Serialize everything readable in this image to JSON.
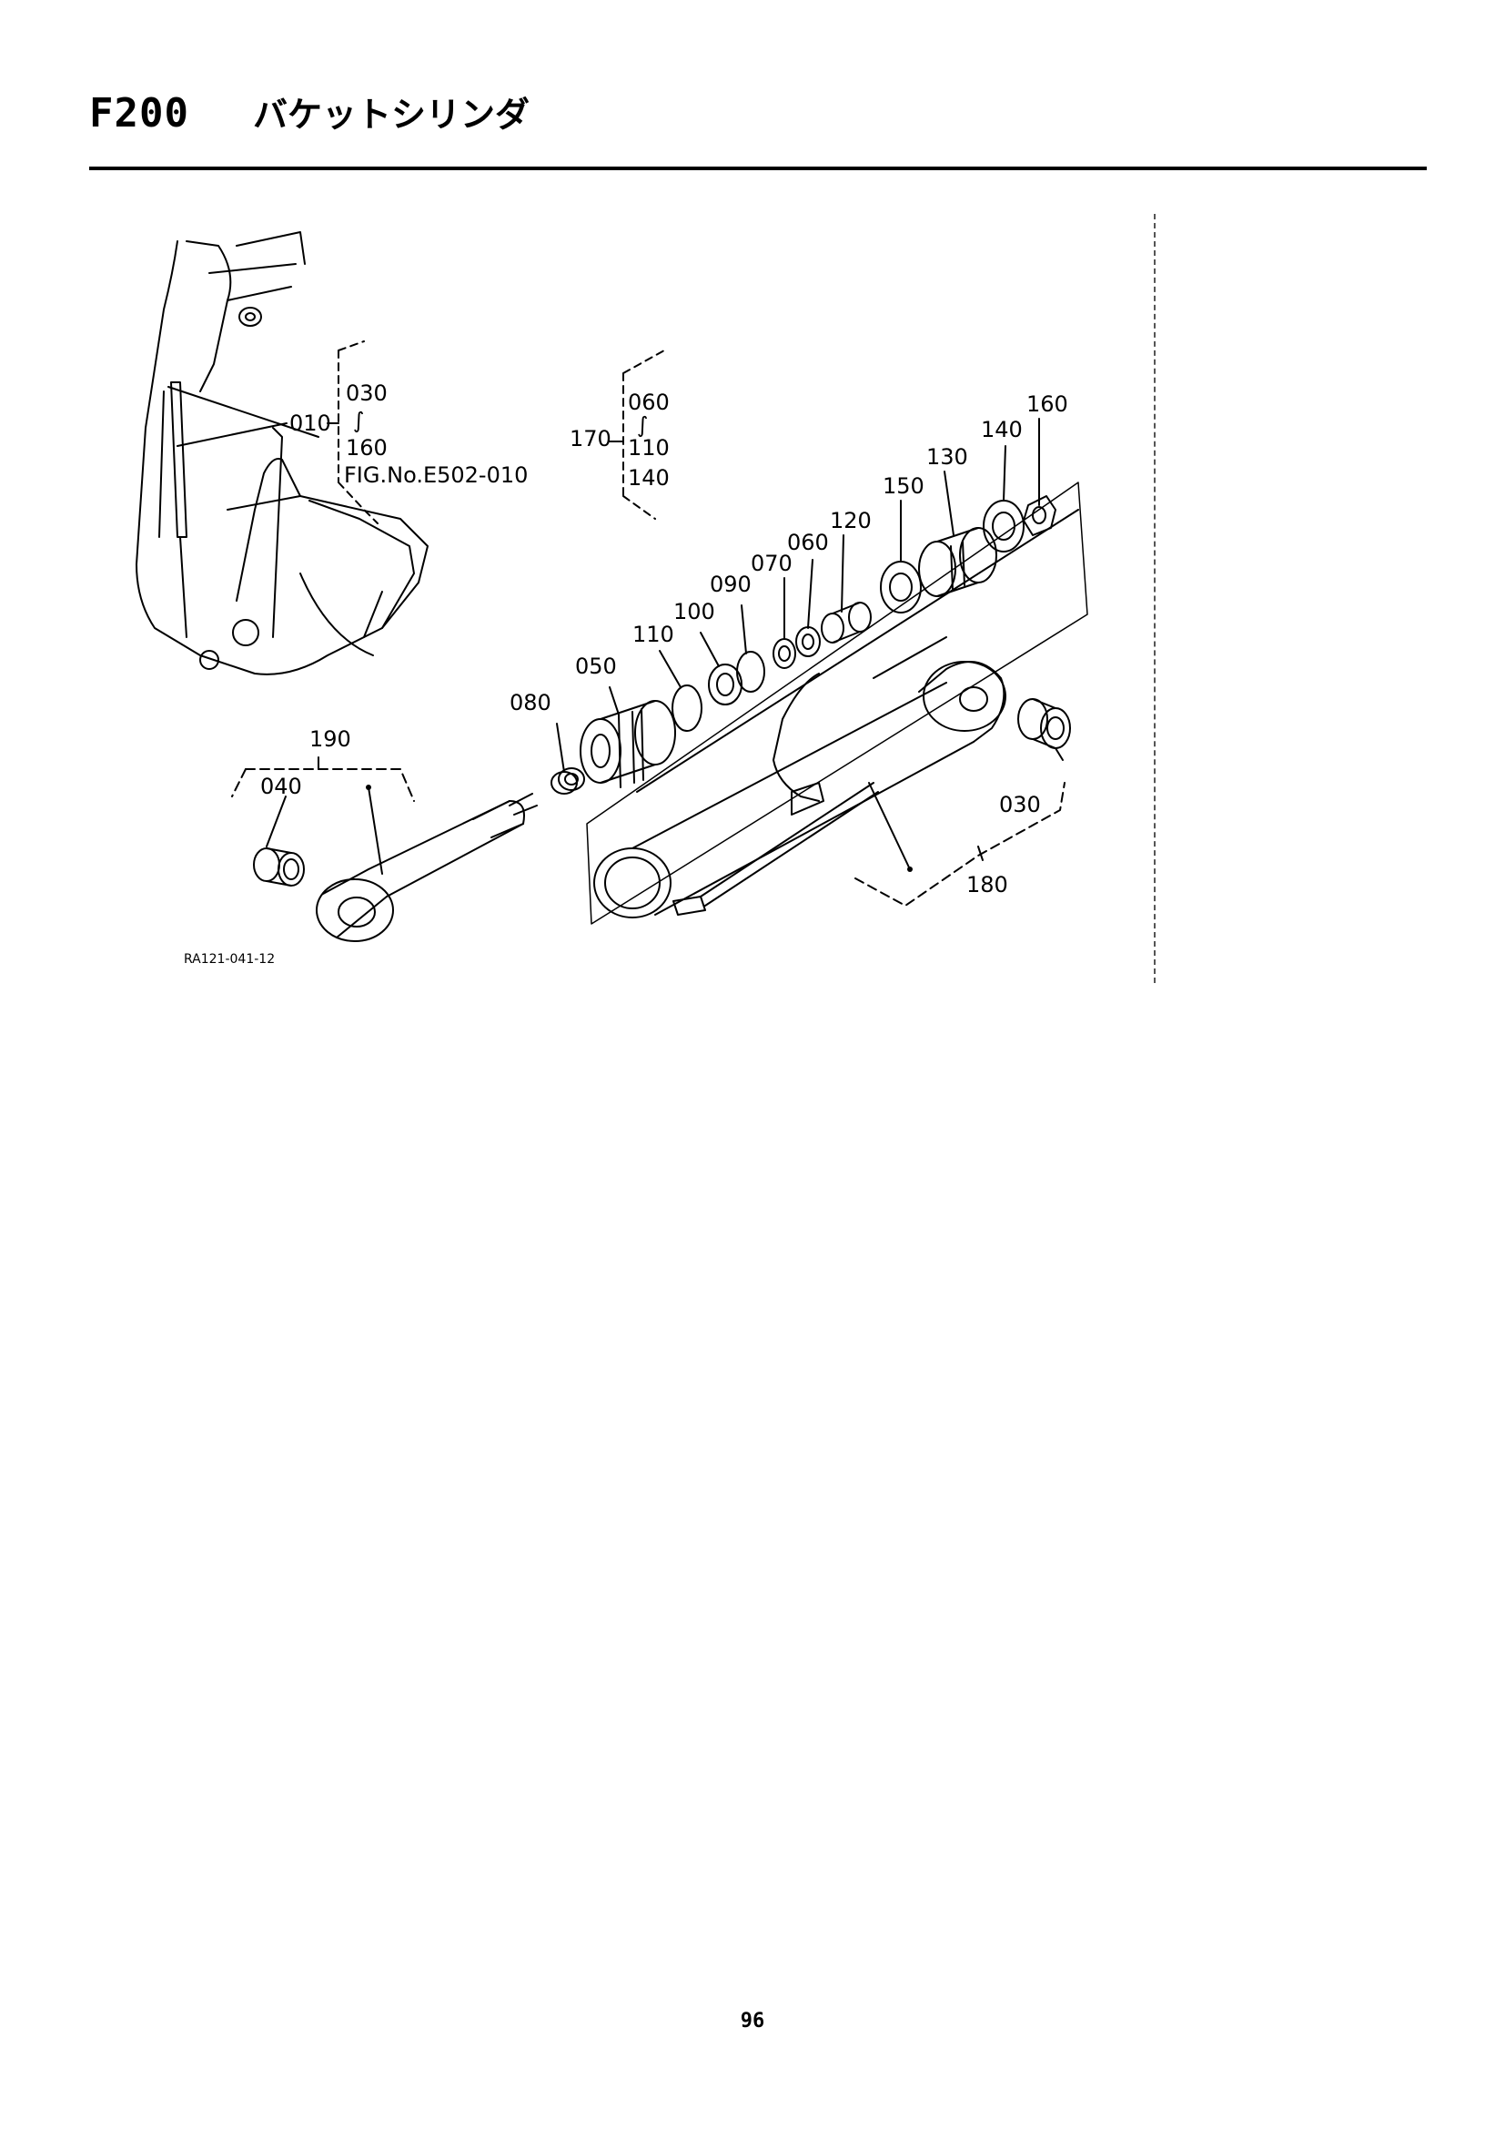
{
  "header": {
    "code": "F200",
    "title": "バケットシリンダ"
  },
  "diagram": {
    "ref": "RA121-041-12",
    "labels": [
      {
        "id": "l010",
        "text": "010"
      },
      {
        "id": "l030a",
        "text": "030"
      },
      {
        "id": "lsep1",
        "text": "∫"
      },
      {
        "id": "l160a",
        "text": "160"
      },
      {
        "id": "lfig",
        "text": "FIG.No.E502-010"
      },
      {
        "id": "l170",
        "text": "170"
      },
      {
        "id": "l060a",
        "text": "060"
      },
      {
        "id": "lsep2",
        "text": "∫"
      },
      {
        "id": "l110a",
        "text": "110"
      },
      {
        "id": "l140a",
        "text": "140"
      },
      {
        "id": "l160b",
        "text": "160"
      },
      {
        "id": "l140b",
        "text": "140"
      },
      {
        "id": "l130",
        "text": "130"
      },
      {
        "id": "l150",
        "text": "150"
      },
      {
        "id": "l120",
        "text": "120"
      },
      {
        "id": "l060b",
        "text": "060"
      },
      {
        "id": "l070",
        "text": "070"
      },
      {
        "id": "l090",
        "text": "090"
      },
      {
        "id": "l100",
        "text": "100"
      },
      {
        "id": "l110b",
        "text": "110"
      },
      {
        "id": "l050",
        "text": "050"
      },
      {
        "id": "l080",
        "text": "080"
      },
      {
        "id": "l190",
        "text": "190"
      },
      {
        "id": "l040",
        "text": "040"
      },
      {
        "id": "l030b",
        "text": "030"
      },
      {
        "id": "l180",
        "text": "180"
      }
    ]
  },
  "page_number": "96"
}
